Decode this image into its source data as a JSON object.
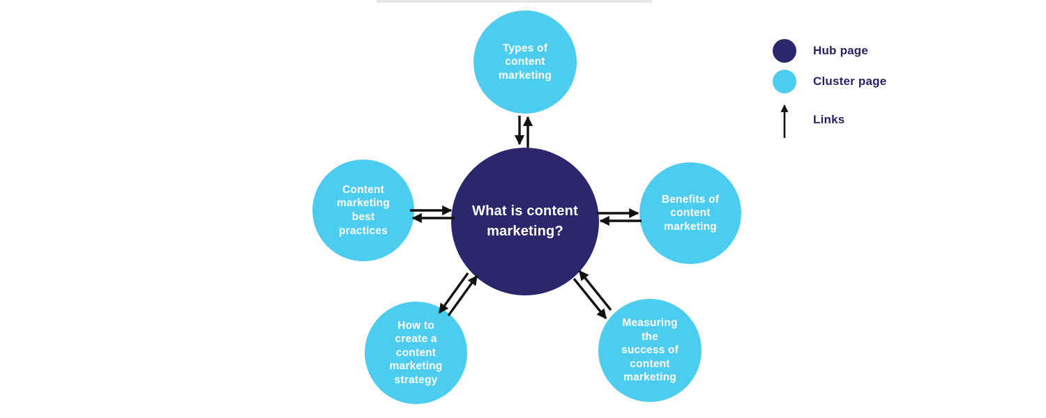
{
  "colors": {
    "hub": "#2c266c",
    "cluster": "#4ccdf0",
    "arrow": "#111111",
    "legend_text": "#2b2166",
    "background": "#ffffff"
  },
  "hub": {
    "label": "What is content\nmarketing?"
  },
  "clusters": [
    {
      "id": "types",
      "label": "Types of\ncontent\nmarketing"
    },
    {
      "id": "best",
      "label": "Content\nmarketing\nbest\npractices"
    },
    {
      "id": "benefits",
      "label": "Benefits of\ncontent\nmarketing"
    },
    {
      "id": "strategy",
      "label": "How to\ncreate a\ncontent\nmarketing\nstrategy"
    },
    {
      "id": "measure",
      "label": "Measuring\nthe\nsuccess of\ncontent\nmarketing"
    }
  ],
  "legend": {
    "items": [
      {
        "label": "Hub page"
      },
      {
        "label": "Cluster page"
      },
      {
        "label": "Links"
      }
    ]
  }
}
